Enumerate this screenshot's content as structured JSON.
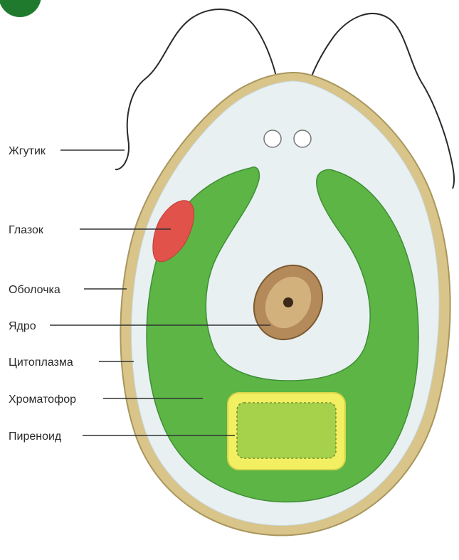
{
  "labels": {
    "flagellum": "Жгутик",
    "eyespot": "Глазок",
    "cell_wall": "Оболочка",
    "nucleus": "Ядро",
    "cytoplasm": "Цитоплазма",
    "chromatophore": "Хроматофор",
    "pyrenoid": "Пиреноид"
  },
  "colors": {
    "badge": "#1f7a2e",
    "cell_wall": "#d9c48a",
    "cytoplasm": "#e8f0f2",
    "chromatophore": "#5cb545",
    "eyespot": "#e0524a",
    "nucleus": "#b48a5a",
    "pyrenoid_border": "#f2ef62",
    "pyrenoid_fill": "#a6d14a",
    "leader_line": "#333333"
  }
}
